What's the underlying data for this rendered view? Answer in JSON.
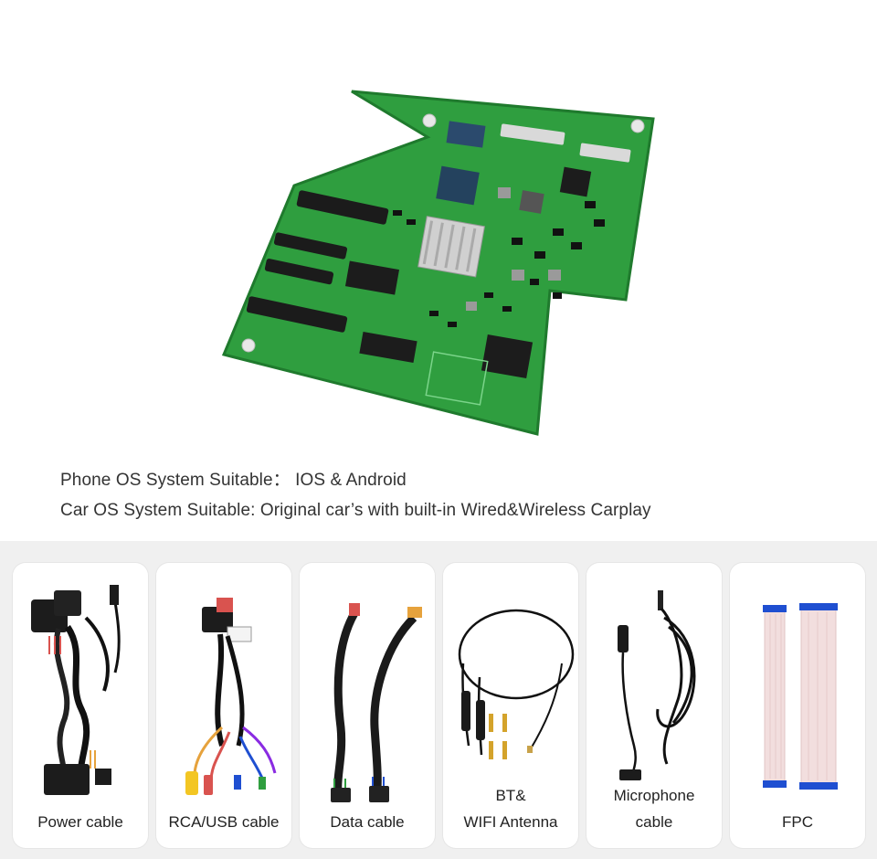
{
  "description": {
    "line1": "Phone OS System Suitable： IOS & Android",
    "line2": "Car OS System Suitable: Original car’s with built-in Wired&Wireless Carplay"
  },
  "accessories": [
    {
      "label": "Power cable",
      "icon": "power-cable-icon"
    },
    {
      "label": "RCA/USB cable",
      "icon": "rca-usb-cable-icon"
    },
    {
      "label": "Data cable",
      "icon": "data-cable-icon"
    },
    {
      "label": "BT&\nWIFI Antenna",
      "icon": "antenna-icon"
    },
    {
      "label": "Microphone\ncable",
      "icon": "microphone-icon"
    },
    {
      "label": "FPC",
      "icon": "fpc-ribbon-icon"
    }
  ],
  "colors": {
    "pcb": "#2f9e3f",
    "pcb_dark": "#1f7a2d",
    "background_panel": "#f0f0f0",
    "fpc_blue": "#1f4fd1"
  }
}
